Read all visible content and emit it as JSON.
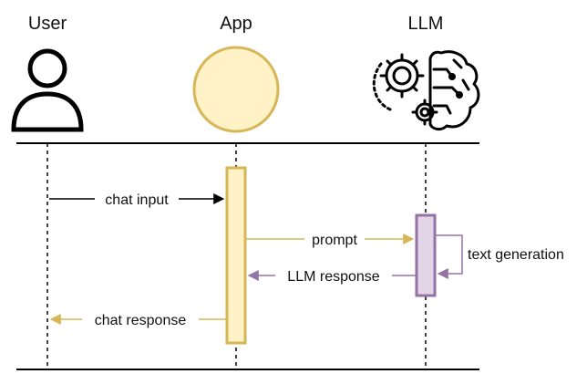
{
  "actors": {
    "user": {
      "label": "User",
      "icon": "user-icon"
    },
    "app": {
      "label": "App",
      "icon": "app-circle-icon"
    },
    "llm": {
      "label": "LLM",
      "icon": "brain-gears-icon"
    }
  },
  "messages": {
    "chat_input": {
      "label": "chat input",
      "from": "User",
      "to": "App"
    },
    "prompt": {
      "label": "prompt",
      "from": "App",
      "to": "LLM"
    },
    "text_generation": {
      "label": "text generation",
      "from": "LLM",
      "to": "LLM"
    },
    "llm_response": {
      "label": "LLM response",
      "from": "LLM",
      "to": "App"
    },
    "chat_response": {
      "label": "chat response",
      "from": "App",
      "to": "User"
    }
  },
  "colors": {
    "black": "#000000",
    "app_fill": "#fff2c6",
    "app_stroke": "#d6b656",
    "llm_fill": "#e1d5e7",
    "llm_stroke": "#9673a6"
  }
}
